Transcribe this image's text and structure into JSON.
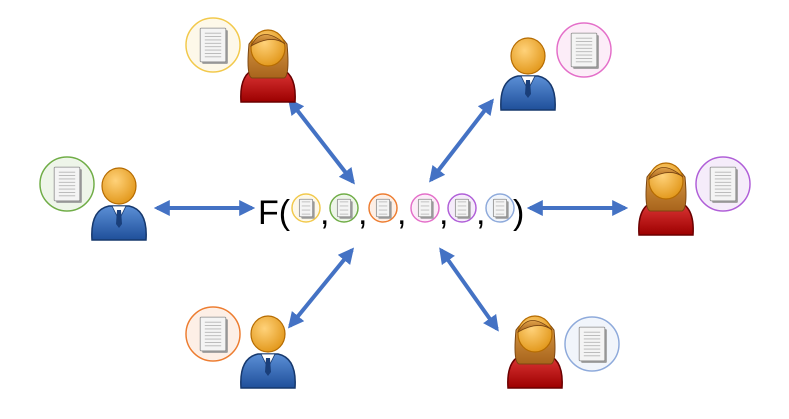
{
  "formula": {
    "function_name": "F(",
    "separator": ",",
    "close": ")",
    "inputs": [
      {
        "doc_circle_color": "#f2c94c"
      },
      {
        "doc_circle_color": "#70ad47"
      },
      {
        "doc_circle_color": "#ed7d31"
      },
      {
        "doc_circle_color": "#e46fc9"
      },
      {
        "doc_circle_color": "#b05fd8"
      },
      {
        "doc_circle_color": "#8eaadb"
      }
    ]
  },
  "parties": [
    {
      "id": "top-left",
      "person": "female",
      "doc_circle_color": "#f2c94c",
      "shirt_color": "#c00000"
    },
    {
      "id": "top-right",
      "person": "male",
      "doc_circle_color": "#e46fc9",
      "shirt_color": "#2e5fa8"
    },
    {
      "id": "left",
      "person": "male",
      "doc_circle_color": "#70ad47",
      "shirt_color": "#2e5fa8"
    },
    {
      "id": "right",
      "person": "female",
      "doc_circle_color": "#b05fd8",
      "shirt_color": "#c00000"
    },
    {
      "id": "bottom-left",
      "person": "male",
      "doc_circle_color": "#ed7d31",
      "shirt_color": "#2e5fa8"
    },
    {
      "id": "bottom-right",
      "person": "female",
      "doc_circle_color": "#8eaadb",
      "shirt_color": "#c00000"
    }
  ],
  "arrow_color": "#4472c4",
  "icons": [
    "person-icon",
    "document-icon",
    "double-arrow-icon"
  ]
}
